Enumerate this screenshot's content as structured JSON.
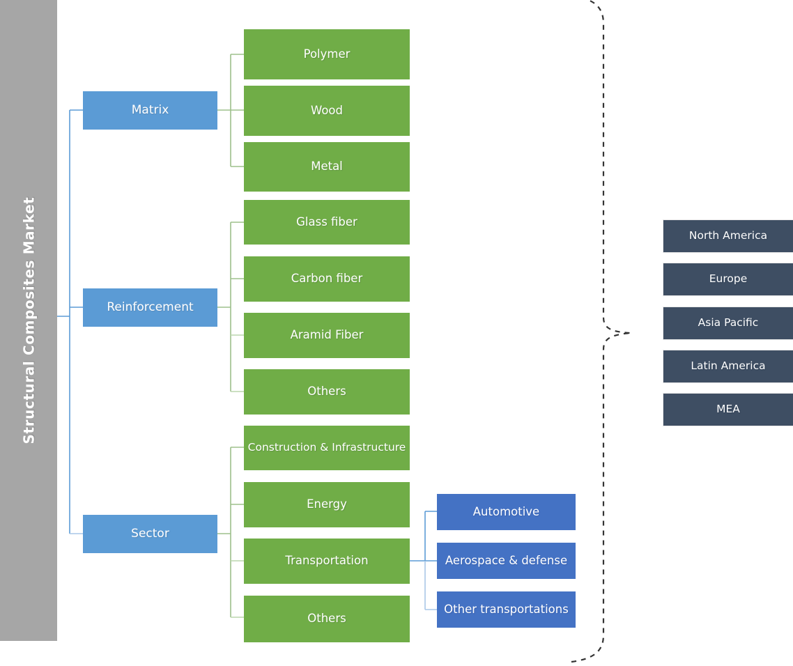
{
  "diagram": {
    "title": "Structural Composites Market",
    "type": "market-segmentation-tree",
    "colors": {
      "root_bar": "#a6a6a6",
      "level1_box": "#5b9bd5",
      "level2_box": "#70ad47",
      "level3_box": "#4472c4",
      "region_box": "#3e4e63",
      "blue_connector": "#5b9bd5",
      "green_connector": "#a9c9a0",
      "dashed_brace": "#333333",
      "box_text": "#ffffff"
    }
  },
  "root": {
    "label": "Structural Composites Market"
  },
  "branches": [
    {
      "label": "Matrix",
      "children": [
        {
          "label": "Polymer"
        },
        {
          "label": "Wood"
        },
        {
          "label": "Metal"
        }
      ]
    },
    {
      "label": "Reinforcement",
      "children": [
        {
          "label": "Glass fiber"
        },
        {
          "label": "Carbon fiber"
        },
        {
          "label": "Aramid Fiber"
        },
        {
          "label": "Others"
        }
      ]
    },
    {
      "label": "Sector",
      "children": [
        {
          "label": "Construction & Infrastructure"
        },
        {
          "label": "Energy"
        },
        {
          "label": "Transportation",
          "children": [
            {
              "label": "Automotive"
            },
            {
              "label": "Aerospace & defense"
            },
            {
              "label": "Other transportations"
            }
          ]
        },
        {
          "label": "Others"
        }
      ]
    }
  ],
  "regions": {
    "items": [
      {
        "label": "North America"
      },
      {
        "label": "Europe"
      },
      {
        "label": "Asia Pacific"
      },
      {
        "label": "Latin America"
      },
      {
        "label": "MEA"
      }
    ]
  }
}
